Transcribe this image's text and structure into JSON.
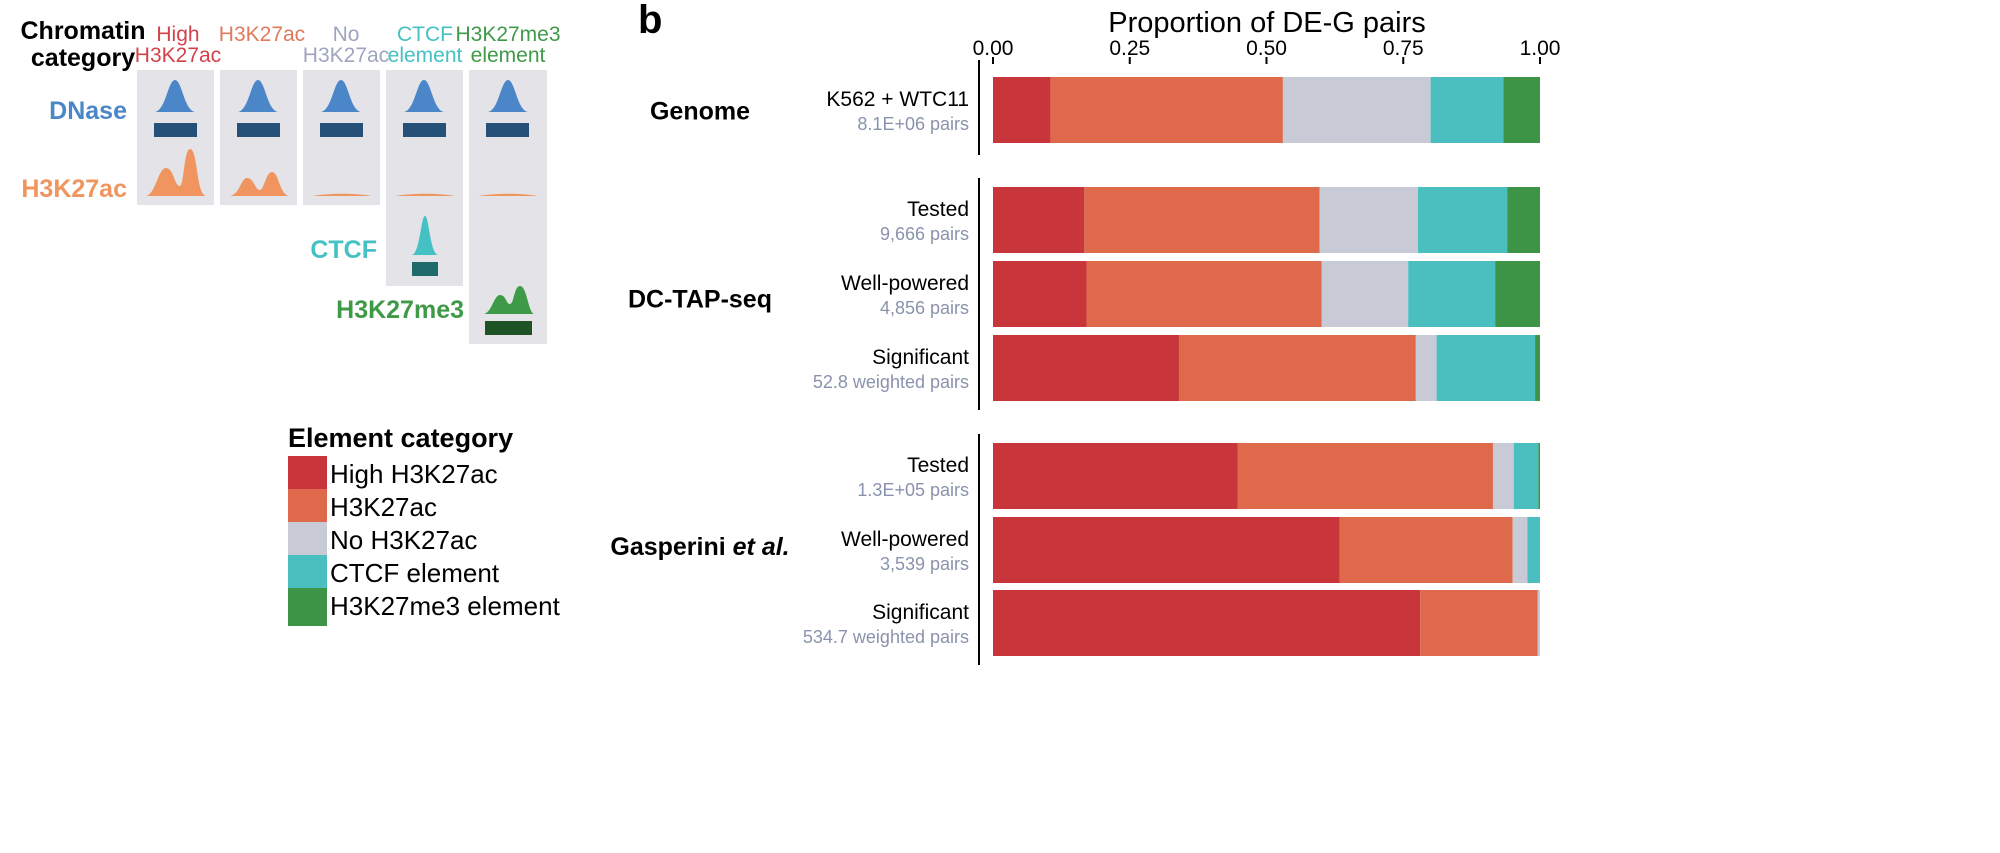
{
  "panel_a": {
    "heading_line1": "Chromatin",
    "heading_line2": "category",
    "columns": [
      {
        "line1": "High",
        "line2": "H3K27ac",
        "color": "#d3424b"
      },
      {
        "line1": "H3K27ac",
        "line2": "",
        "color": "#e07a5a"
      },
      {
        "line1": "No",
        "line2": "H3K27ac",
        "color": "#9ea5bf"
      },
      {
        "line1": "CTCF",
        "line2": "element",
        "color": "#45c1c3"
      },
      {
        "line1": "H3K27me3",
        "line2": "element",
        "color": "#3f9a48"
      }
    ],
    "rows": [
      {
        "label": "DNase",
        "color": "#4a86c8"
      },
      {
        "label": "H3K27ac",
        "color": "#f0955f"
      },
      {
        "label": "CTCF",
        "color": "#45c1c3"
      },
      {
        "label": "H3K27me3",
        "color": "#3f9a48"
      }
    ]
  },
  "legend": {
    "title": "Element category",
    "items": [
      {
        "label": "High H3K27ac",
        "color": "#c8363c"
      },
      {
        "label": "H3K27ac",
        "color": "#de6a4b"
      },
      {
        "label": "No H3K27ac",
        "color": "#c8cad6"
      },
      {
        "label": "CTCF element",
        "color": "#4bbfbf"
      },
      {
        "label": "H3K27me3 element",
        "color": "#3d9446"
      }
    ]
  },
  "panel_b": {
    "panel_label": "b"
  },
  "chart_data": {
    "type": "bar",
    "orientation": "horizontal",
    "stacked": true,
    "xlabel": "Proportion of DE-G pairs",
    "xlim": [
      0,
      1
    ],
    "xticks": [
      "0.00",
      "0.25",
      "0.50",
      "0.75",
      "1.00"
    ],
    "series_names": [
      "High H3K27ac",
      "H3K27ac",
      "No H3K27ac",
      "CTCF element",
      "H3K27me3 element"
    ],
    "groups": [
      {
        "name": "Genome",
        "bars": [
          {
            "label": "K562 + WTC11",
            "sublabel": "8.1E+06 pairs",
            "values": [
              0.105,
              0.425,
              0.27,
              0.133,
              0.067
            ]
          }
        ]
      },
      {
        "name": "DC-TAP-seq",
        "bars": [
          {
            "label": "Tested",
            "sublabel": "9,666 pairs",
            "values": [
              0.167,
              0.43,
              0.18,
              0.163,
              0.06
            ]
          },
          {
            "label": "Well-powered",
            "sublabel": "4,856 pairs",
            "values": [
              0.171,
              0.43,
              0.158,
              0.159,
              0.082
            ]
          },
          {
            "label": "Significant",
            "sublabel": "52.8 weighted pairs",
            "values": [
              0.34,
              0.433,
              0.038,
              0.18,
              0.009
            ]
          }
        ]
      },
      {
        "name": "Gasperini et al.",
        "name_main": "Gasperini ",
        "name_italic": "et al.",
        "bars": [
          {
            "label": "Tested",
            "sublabel": "1.3E+05 pairs",
            "values": [
              0.447,
              0.467,
              0.038,
              0.045,
              0.003
            ]
          },
          {
            "label": "Well-powered",
            "sublabel": "3,539 pairs",
            "values": [
              0.634,
              0.316,
              0.027,
              0.023,
              0.0
            ]
          },
          {
            "label": "Significant",
            "sublabel": "534.7 weighted pairs",
            "values": [
              0.781,
              0.215,
              0.004,
              0.0,
              0.0
            ]
          }
        ]
      }
    ]
  }
}
